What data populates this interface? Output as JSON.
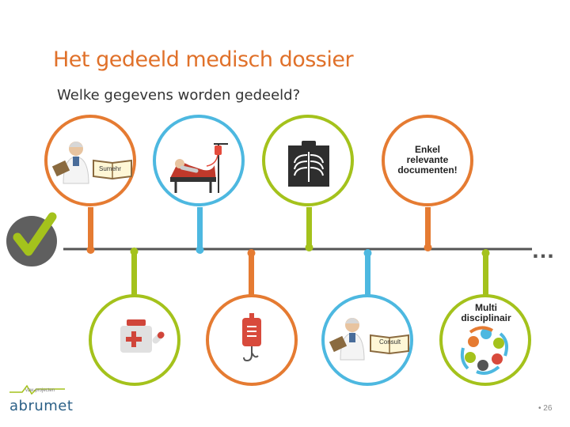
{
  "slide": {
    "title": "Het gedeeld medisch dossier",
    "subtitle": "Welke gegevens worden gedeeld?",
    "slide_number": "26",
    "slide_number_prefix": "•",
    "logo": {
      "name": "abrumet",
      "tagline": "vzw-projecten"
    },
    "timeline_end": "…"
  },
  "top_items": [
    {
      "book_label": "Sumehr"
    },
    {},
    {},
    {
      "label": "Enkel relevante documenten!"
    }
  ],
  "bottom_items": [
    {},
    {},
    {
      "book_label": "Consult"
    },
    {
      "label": "Multi disciplinair"
    }
  ],
  "colors": {
    "title": "#e0712a",
    "orange": "#e57b32",
    "green": "#a4c21c",
    "blue": "#4db8e0",
    "timeline": "#555555",
    "check_circle": "#5f5f5f",
    "check_mark": "#a4c21c"
  }
}
